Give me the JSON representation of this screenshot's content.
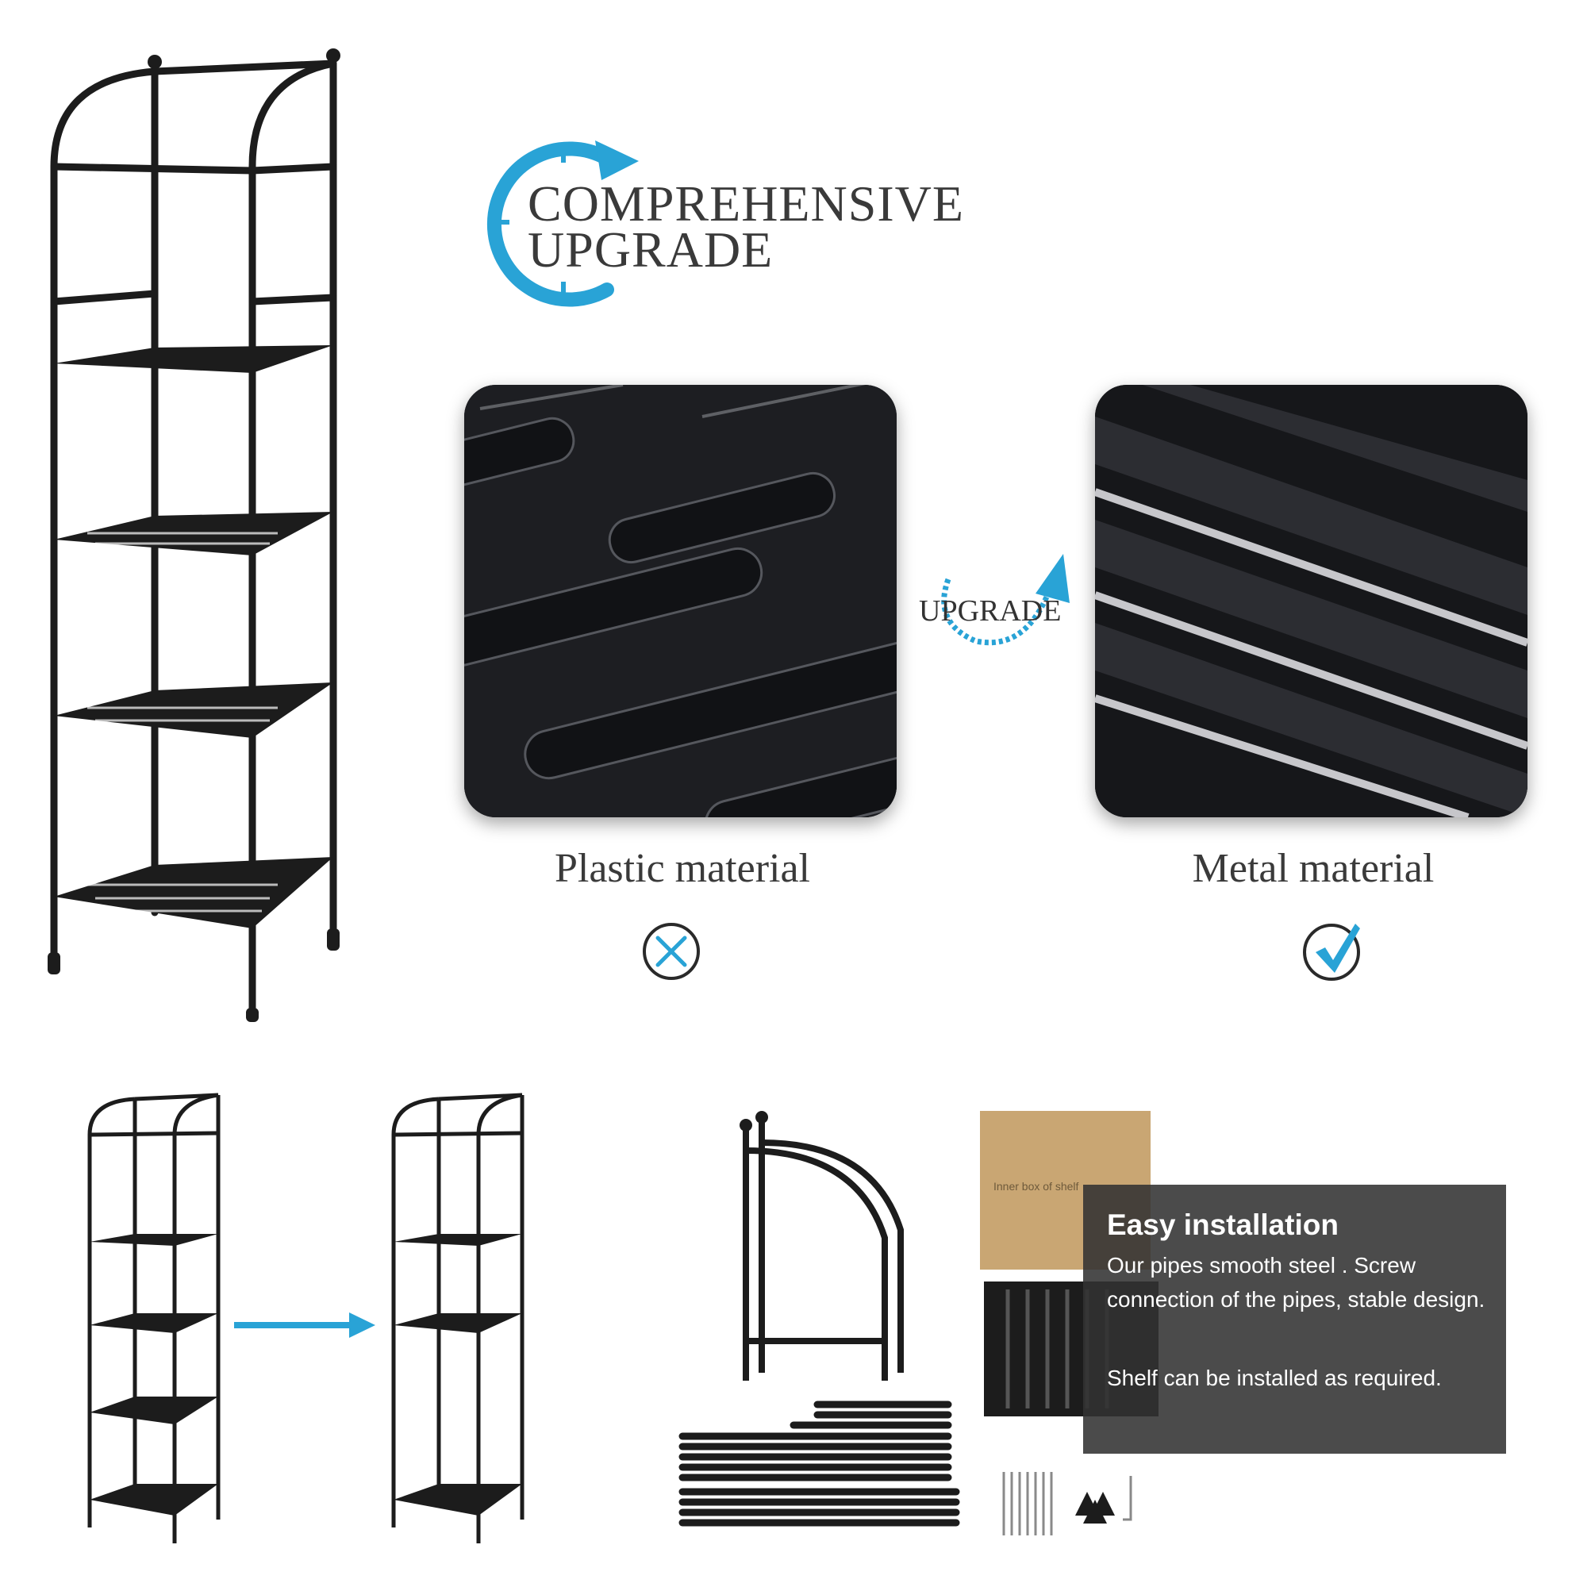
{
  "headline": {
    "line1": "COMPREHENSIVE",
    "line2": "UPGRADE"
  },
  "comparison": {
    "left_label": "Plastic material",
    "right_label": "Metal material",
    "upgrade_label": "UPGRADE"
  },
  "installation": {
    "title": "Easy installation",
    "body": "Our pipes smooth steel . Screw connection of the pipes, stable design.",
    "note": "Shelf can be installed as required."
  },
  "box_label": "Inner box of shelf",
  "colors": {
    "accent": "#29a3d6",
    "frame": "#1c1c1c",
    "panel": "#323232",
    "kraft": "#c9a673"
  },
  "icons": [
    "cycle-arrow-icon",
    "upgrade-arrow-icon",
    "cross-circle-icon",
    "check-circle-icon",
    "right-arrow-icon"
  ]
}
